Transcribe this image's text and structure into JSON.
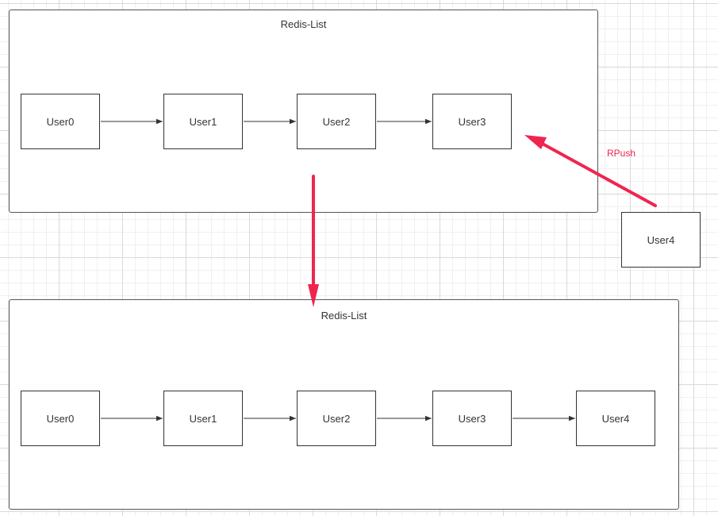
{
  "top_list": {
    "title": "Redis-List",
    "nodes": [
      "User0",
      "User1",
      "User2",
      "User3"
    ]
  },
  "new_item": {
    "label": "User4"
  },
  "operation": {
    "label": "RPush"
  },
  "bottom_list": {
    "title": "Redis-List",
    "nodes": [
      "User0",
      "User1",
      "User2",
      "User3",
      "User4"
    ]
  },
  "colors": {
    "accent": "#f0254f",
    "line": "#333333",
    "border": "#555555"
  }
}
